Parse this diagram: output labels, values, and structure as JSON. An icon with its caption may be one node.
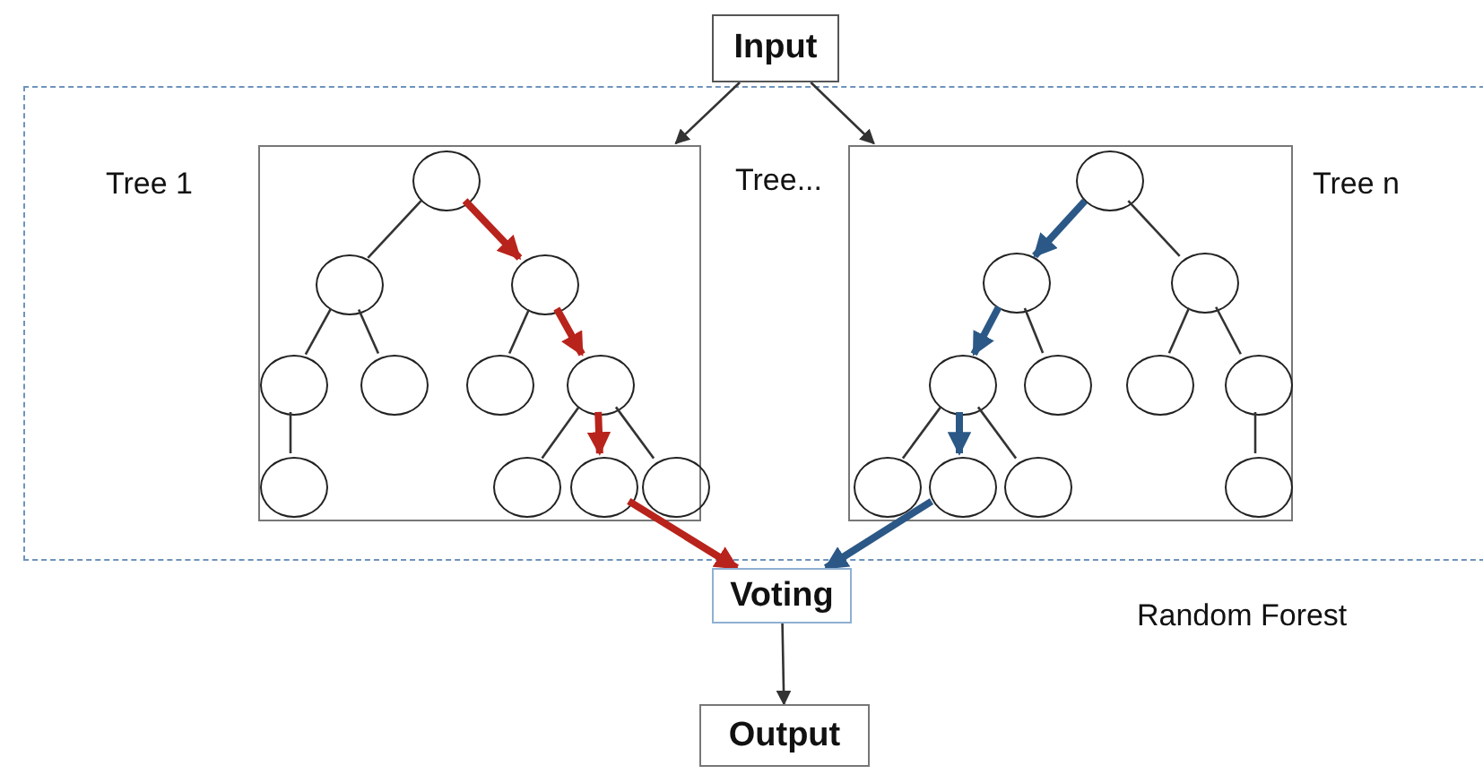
{
  "diagram": {
    "nodes": [
      {
        "text": [
          "Input"
        ]
      },
      {
        "text": [
          "Random Forest"
        ]
      },
      {
        "text": [
          "Tree 1"
        ],
        "in": 1
      },
      {
        "text": [],
        "shape": "circle",
        "in": 2
      },
      {
        "text": [],
        "shape": "circle",
        "in": 2
      },
      {
        "text": [],
        "shape": "circle",
        "in": 2
      },
      {
        "text": [],
        "shape": "circle",
        "in": 2
      },
      {
        "text": [],
        "shape": "circle",
        "in": 2
      },
      {
        "text": [],
        "shape": "circle",
        "in": 2
      },
      {
        "text": [],
        "shape": "circle",
        "in": 2
      },
      {
        "text": [],
        "shape": "circle",
        "in": 2
      },
      {
        "text": [],
        "shape": "circle",
        "in": 2
      },
      {
        "text": [],
        "shape": "circle",
        "in": 2
      },
      {
        "text": [],
        "shape": "circle",
        "in": 2
      },
      {
        "text": [
          "Tree n"
        ],
        "in": 1
      },
      {
        "text": [],
        "shape": "circle",
        "in": 14
      },
      {
        "text": [],
        "shape": "circle",
        "in": 14
      },
      {
        "text": [],
        "shape": "circle",
        "in": 14
      },
      {
        "text": [],
        "shape": "circle",
        "in": 14
      },
      {
        "text": [],
        "shape": "circle",
        "in": 14
      },
      {
        "text": [],
        "shape": "circle",
        "in": 14
      },
      {
        "text": [],
        "shape": "circle",
        "in": 14
      },
      {
        "text": [],
        "shape": "circle",
        "in": 14
      },
      {
        "text": [],
        "shape": "circle",
        "in": 14
      },
      {
        "text": [],
        "shape": "circle",
        "in": 14
      },
      {
        "text": [],
        "shape": "circle",
        "in": 14
      },
      {
        "text": [
          "Voting"
        ]
      },
      {
        "text": [
          "Output"
        ]
      }
    ],
    "edges": [
      {
        "from": 0,
        "to": 2,
        "arrow": "to"
      },
      {
        "from": 0,
        "to": 14,
        "arrow": "to"
      },
      {
        "from": 3,
        "to": 4,
        "arrow": "none"
      },
      {
        "from": 4,
        "to": 6,
        "arrow": "none"
      },
      {
        "from": 4,
        "to": 7,
        "arrow": "none"
      },
      {
        "from": 5,
        "to": 8,
        "arrow": "none"
      },
      {
        "from": 6,
        "to": 10,
        "arrow": "none"
      },
      {
        "from": 9,
        "to": 11,
        "arrow": "none"
      },
      {
        "from": 9,
        "to": 13,
        "arrow": "none"
      },
      {
        "from": 15,
        "to": 17,
        "arrow": "none"
      },
      {
        "from": 16,
        "to": 19,
        "arrow": "none"
      },
      {
        "from": 17,
        "to": 20,
        "arrow": "none"
      },
      {
        "from": 17,
        "to": 21,
        "arrow": "none"
      },
      {
        "from": 18,
        "to": 22,
        "arrow": "none"
      },
      {
        "from": 18,
        "to": 24,
        "arrow": "none"
      },
      {
        "from": 21,
        "to": 25,
        "arrow": "none"
      },
      {
        "from": 3,
        "to": 5,
        "arrow": "to",
        "style": "thick",
        "color": "#b8231b"
      },
      {
        "from": 5,
        "to": 9,
        "arrow": "to",
        "style": "thick",
        "color": "#b8231b"
      },
      {
        "from": 9,
        "to": 12,
        "arrow": "to",
        "style": "thick",
        "color": "#b8231b"
      },
      {
        "from": 12,
        "to": 26,
        "arrow": "to",
        "style": "thick",
        "color": "#b8231b"
      },
      {
        "from": 15,
        "to": 16,
        "arrow": "to",
        "style": "thick",
        "color": "#2b5886"
      },
      {
        "from": 16,
        "to": 18,
        "arrow": "to",
        "style": "thick",
        "color": "#2b5886"
      },
      {
        "from": 18,
        "to": 23,
        "arrow": "to",
        "style": "thick",
        "color": "#2b5886"
      },
      {
        "from": 23,
        "to": 26,
        "arrow": "to",
        "style": "thick",
        "color": "#2b5886"
      },
      {
        "from": 26,
        "to": 27,
        "arrow": "to"
      }
    ],
    "labels": [
      "Tree..."
    ]
  }
}
